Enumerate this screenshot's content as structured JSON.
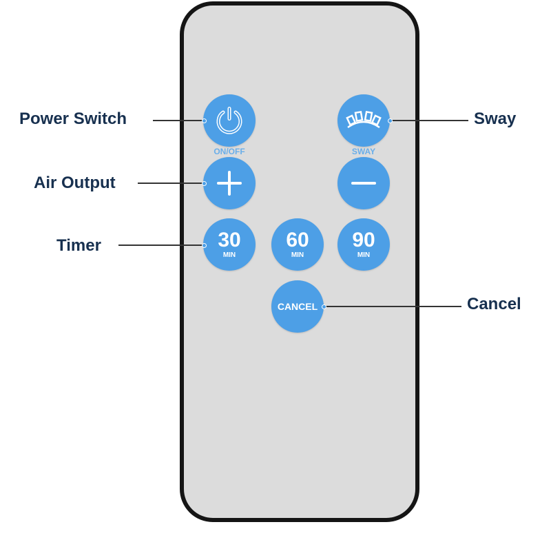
{
  "labels": {
    "power": "Power Switch",
    "air": "Air Output",
    "timer": "Timer",
    "sway": "Sway",
    "cancel": "Cancel"
  },
  "buttons": {
    "power_caption": "ON/OFF",
    "sway_caption": "SWAY",
    "timer30": {
      "value": "30",
      "unit": "MIN"
    },
    "timer60": {
      "value": "60",
      "unit": "MIN"
    },
    "timer90": {
      "value": "90",
      "unit": "MIN"
    },
    "cancel": "CANCEL"
  },
  "colors": {
    "button": "#4d9fe6",
    "label": "#17304f",
    "body": "#dcdcdc"
  }
}
